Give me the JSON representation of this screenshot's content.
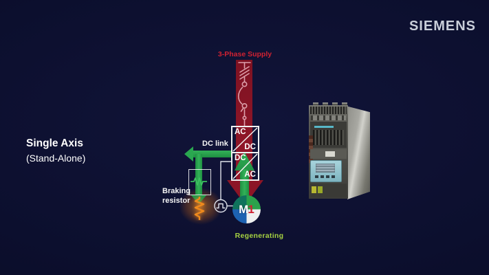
{
  "brand": {
    "logo_text": "SIEMENS"
  },
  "heading": {
    "title": "Single Axis",
    "subtitle": "(Stand-Alone)"
  },
  "diagram": {
    "supply_label": "3-Phase Supply",
    "dc_link_label": "DC link",
    "braking_label_line1": "Braking",
    "braking_label_line2": "resistor",
    "regenerating_label": "Regenerating",
    "rectifier_box": {
      "input": "AC",
      "output": "DC"
    },
    "inverter_box": {
      "input": "DC",
      "output": "AC"
    },
    "motor": {
      "label": "M",
      "index": "1"
    }
  },
  "colors": {
    "background": "#0c0f2e",
    "supply_band_red": "#8c1526",
    "supply_text_red": "#d02232",
    "supply_symbol_pink": "#dda0ab",
    "regen_arrow_green": "#27a14c",
    "regenerating_text_green": "#a6d141",
    "braking_resistor_orange": "#f08a1c",
    "motor_quadrant_teal": "#10735c",
    "motor_quadrant_green": "#2ba14b",
    "motor_quadrant_blue": "#1d62b2",
    "motor_quadrant_white": "#eef0f0",
    "label_white": "#f2f2f2",
    "logo_gray": "#c9ced9"
  }
}
